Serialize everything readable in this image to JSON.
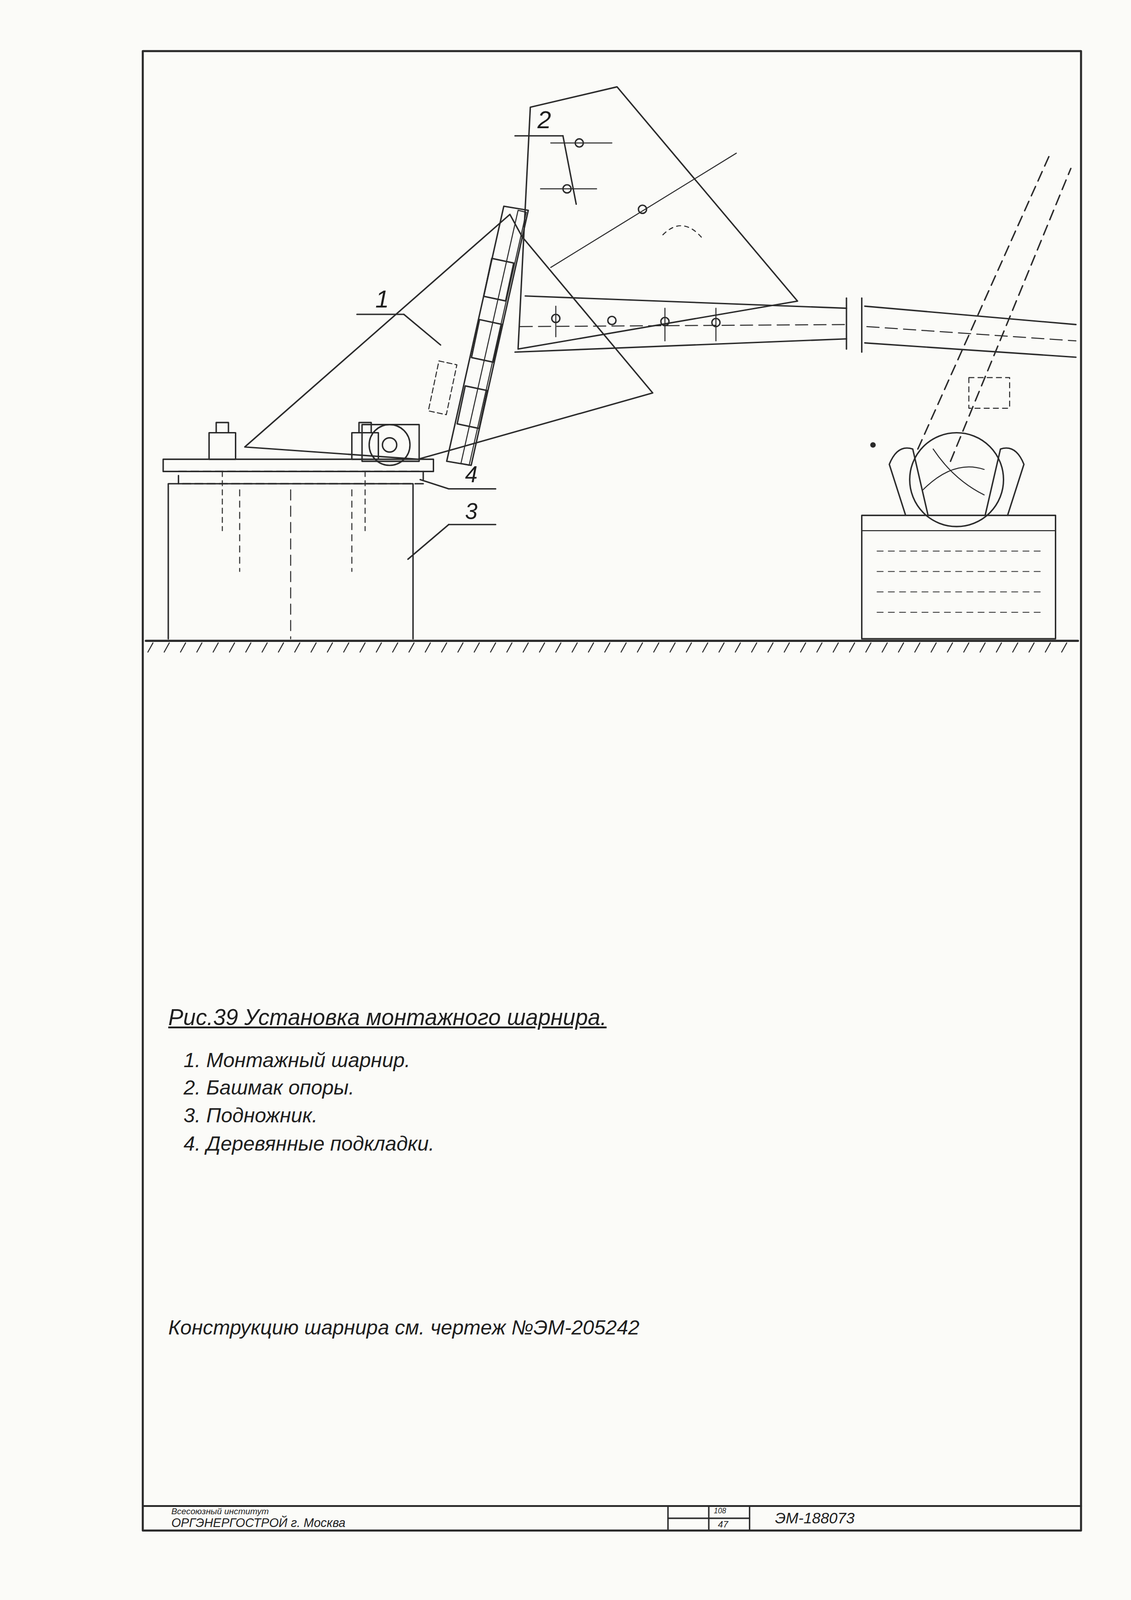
{
  "diagram": {
    "caption": "Рис.39 Установка монтажного шарнира.",
    "labels": [
      "2",
      "1",
      "4",
      "3",
      "1. Монтажный шарнир.",
      "2. Башмак опоры.",
      "3. Подножник.",
      "4. Деревянные подкладки.",
      "Конструкцию шарнира см. чертеж №ЭМ-205242",
      "Всесоюзный институт",
      "ОРГЭНЕРГОСТРОЙ г. Москва",
      "108",
      "47",
      "ЭМ-188073"
    ]
  }
}
